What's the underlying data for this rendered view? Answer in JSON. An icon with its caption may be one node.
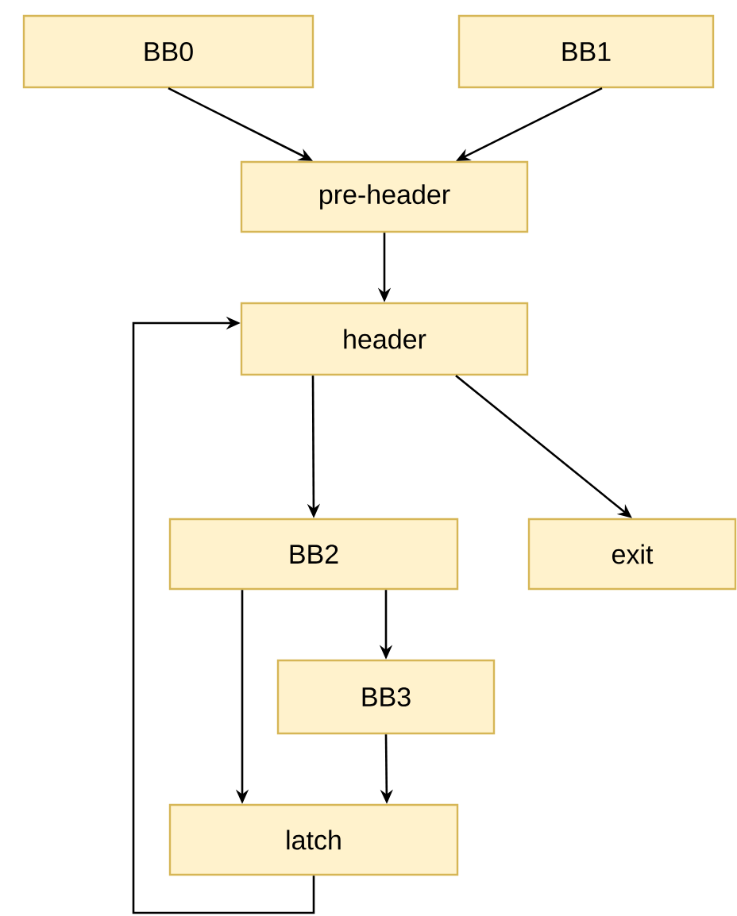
{
  "diagram": {
    "nodes": [
      {
        "text": [
          "BB0"
        ]
      },
      {
        "text": [
          "BB1"
        ]
      },
      {
        "text": [
          "pre-header"
        ]
      },
      {
        "text": [
          "header"
        ]
      },
      {
        "text": [
          "BB2"
        ]
      },
      {
        "text": [
          "exit"
        ]
      },
      {
        "text": [
          "BB3"
        ]
      },
      {
        "text": [
          "latch"
        ]
      }
    ],
    "edges": [
      {
        "from": 0,
        "to": 2,
        "arrow": "to"
      },
      {
        "from": 1,
        "to": 2,
        "arrow": "to"
      },
      {
        "from": 2,
        "to": 3,
        "arrow": "to"
      },
      {
        "from": 3,
        "to": 4,
        "arrow": "to"
      },
      {
        "from": 3,
        "to": 5,
        "arrow": "to"
      },
      {
        "from": 4,
        "to": 6,
        "arrow": "to"
      },
      {
        "from": 4,
        "to": 7,
        "arrow": "to"
      },
      {
        "from": 6,
        "to": 7,
        "arrow": "to"
      },
      {
        "from": 7,
        "to": 3,
        "arrow": "to"
      }
    ]
  }
}
